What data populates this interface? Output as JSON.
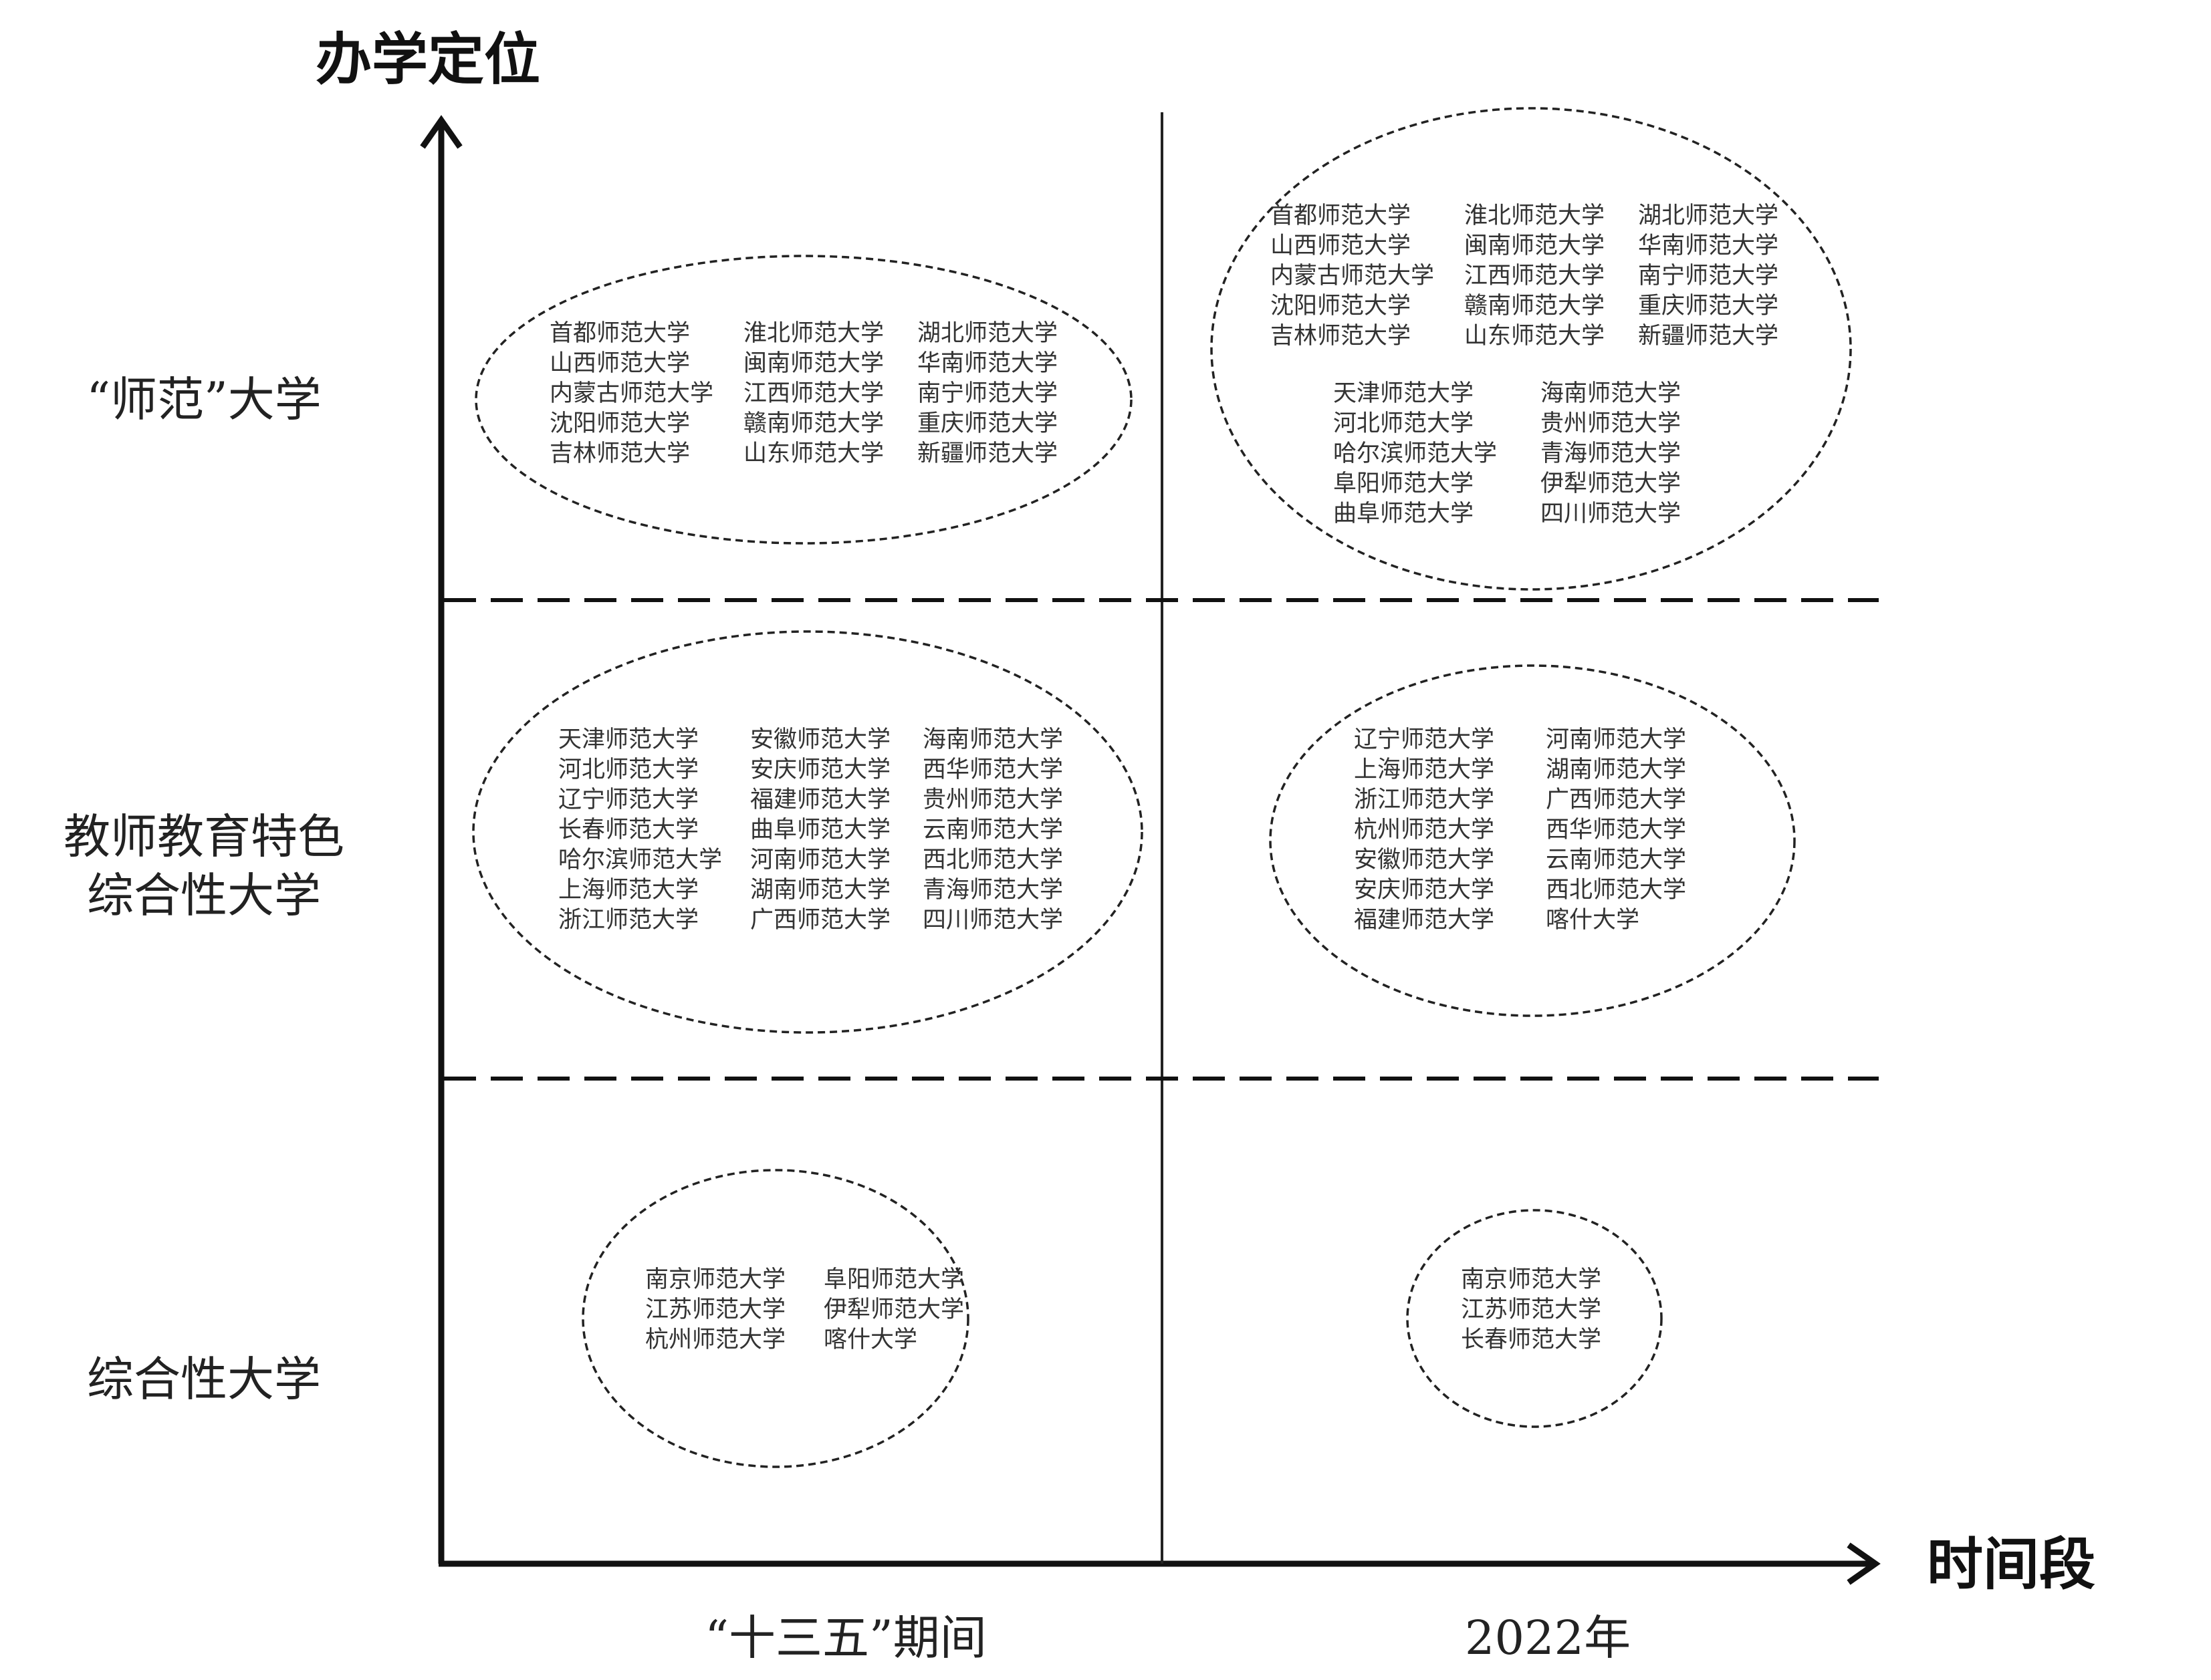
{
  "diagram": {
    "y_axis_title": "办学定位",
    "x_axis_title": "时间段",
    "categories": [
      {
        "lines": [
          "“师范”大学"
        ]
      },
      {
        "lines": [
          "教师教育特色",
          "综合性大学"
        ]
      },
      {
        "lines": [
          "综合性大学"
        ]
      }
    ],
    "periods": [
      "“十三五”期间",
      "2022年"
    ],
    "clusters": [
      {
        "id": "normal-period1",
        "columns": [
          [
            "首都师范大学",
            "山西师范大学",
            "内蒙古师范大学",
            "沈阳师范大学",
            "吉林师范大学"
          ],
          [
            "淮北师范大学",
            "闽南师范大学",
            "江西师范大学",
            "赣南师范大学",
            "山东师范大学"
          ],
          [
            "湖北师范大学",
            "华南师范大学",
            "南宁师范大学",
            "重庆师范大学",
            "新疆师范大学"
          ]
        ]
      },
      {
        "id": "normal-2022",
        "columns": [
          [
            "首都师范大学",
            "山西师范大学",
            "内蒙古师范大学",
            "沈阳师范大学",
            "吉林师范大学"
          ],
          [
            "淮北师范大学",
            "闽南师范大学",
            "江西师范大学",
            "赣南师范大学",
            "山东师范大学"
          ],
          [
            "湖北师范大学",
            "华南师范大学",
            "南宁师范大学",
            "重庆师范大学",
            "新疆师范大学"
          ],
          [
            "天津师范大学",
            "河北师范大学",
            "哈尔滨师范大学",
            "阜阳师范大学",
            "曲阜师范大学"
          ],
          [
            "海南师范大学",
            "贵州师范大学",
            "青海师范大学",
            "伊犁师范大学",
            "四川师范大学"
          ]
        ]
      },
      {
        "id": "featured-period1",
        "columns": [
          [
            "天津师范大学",
            "河北师范大学",
            "辽宁师范大学",
            "长春师范大学",
            "哈尔滨师范大学",
            "上海师范大学",
            "浙江师范大学"
          ],
          [
            "安徽师范大学",
            "安庆师范大学",
            "福建师范大学",
            "曲阜师范大学",
            "河南师范大学",
            "湖南师范大学",
            "广西师范大学"
          ],
          [
            "海南师范大学",
            "西华师范大学",
            "贵州师范大学",
            "云南师范大学",
            "西北师范大学",
            "青海师范大学",
            "四川师范大学"
          ]
        ]
      },
      {
        "id": "featured-2022",
        "columns": [
          [
            "辽宁师范大学",
            "上海师范大学",
            "浙江师范大学",
            "杭州师范大学",
            "安徽师范大学",
            "安庆师范大学",
            "福建师范大学"
          ],
          [
            "河南师范大学",
            "湖南师范大学",
            "广西师范大学",
            "西华师范大学",
            "云南师范大学",
            "西北师范大学",
            "喀什大学"
          ]
        ]
      },
      {
        "id": "comprehensive-period1",
        "columns": [
          [
            "南京师范大学",
            "江苏师范大学",
            "杭州师范大学"
          ],
          [
            "阜阳师范大学",
            "伊犁师范大学",
            "喀什大学"
          ]
        ]
      },
      {
        "id": "comprehensive-2022",
        "columns": [
          [
            "南京师范大学",
            "江苏师范大学",
            "长春师范大学"
          ]
        ]
      }
    ]
  }
}
